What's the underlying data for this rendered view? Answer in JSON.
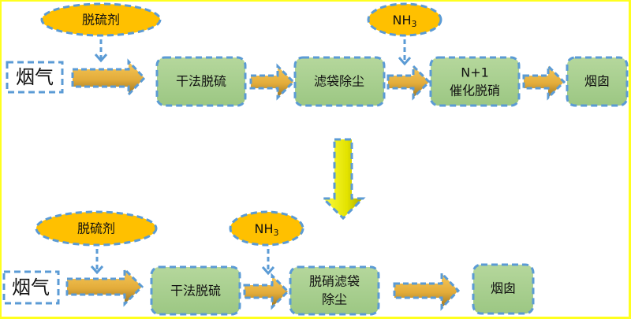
{
  "title": "烟气处理工艺流程改进示意",
  "colors": {
    "frame": "#ffff1e",
    "dash_border": "#5b9bd5",
    "process_fill": "#a9d08e",
    "reagent_fill": "#ffc000",
    "arrow_gold": "#e0a830",
    "transition_arrow": "#e8e800"
  },
  "original_process": {
    "input": "烟气",
    "reagents": [
      {
        "label": "脱硫剂",
        "feeds": "干法脱硫"
      },
      {
        "label_main": "NH",
        "label_sub": "3",
        "feeds": "N+1 催化脱硝"
      }
    ],
    "steps": [
      {
        "line1": "干法脱硫"
      },
      {
        "line1": "滤袋除尘"
      },
      {
        "line1": "N+1",
        "line2": "催化脱硝"
      },
      {
        "line1": "烟囱"
      }
    ]
  },
  "improved_process": {
    "input": "烟气",
    "reagents": [
      {
        "label": "脱硫剂",
        "feeds": "干法脱硫"
      },
      {
        "label_main": "NH",
        "label_sub": "3",
        "feeds": "脱硝滤袋除尘"
      }
    ],
    "steps": [
      {
        "line1": "干法脱硫"
      },
      {
        "line1": "脱硝滤袋",
        "line2": "除尘"
      },
      {
        "line1": "烟囱"
      }
    ]
  }
}
